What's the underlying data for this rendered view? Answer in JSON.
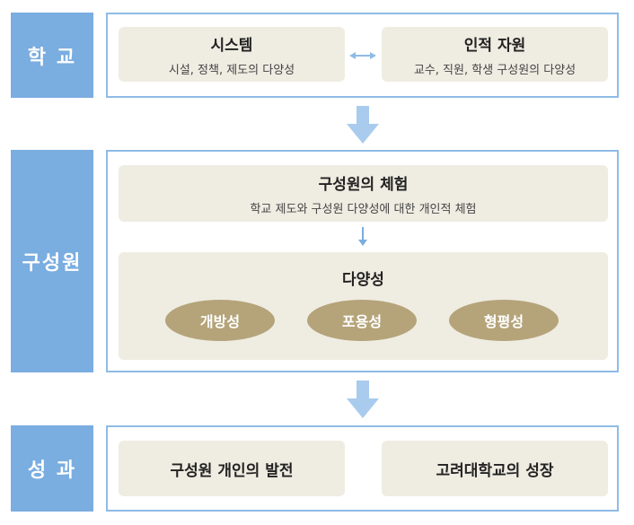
{
  "rows": {
    "school": {
      "label": "학 교",
      "system": {
        "title": "시스템",
        "subtitle": "시설, 정책, 제도의 다양성"
      },
      "human": {
        "title": "인적 자원",
        "subtitle": "교수, 직원, 학생 구성원의 다양성"
      }
    },
    "members": {
      "label": "구성원",
      "experience": {
        "title": "구성원의 체험",
        "subtitle": "학교 제도와 구성원 다양성에 대한 개인적 체험"
      },
      "diversity": {
        "title": "다양성",
        "values": [
          "개방성",
          "포용성",
          "형평성"
        ]
      }
    },
    "outcome": {
      "label": "성 과",
      "items": [
        "구성원 개인의 발전",
        "고려대학교의 성장"
      ]
    }
  },
  "colors": {
    "label_bg": "#7aade0",
    "panel_border": "#8fbbe6",
    "box_bg": "#efece2",
    "oval_bg": "#b5a47a",
    "arrow": "#a9cbee"
  }
}
